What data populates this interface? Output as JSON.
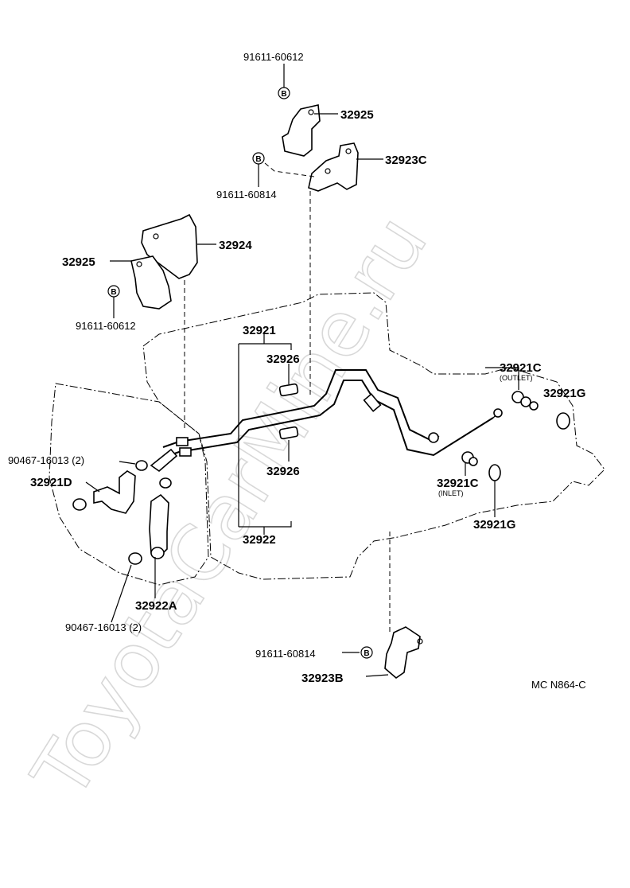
{
  "watermark": "ToyotaCarMine.ru",
  "diagram_code": "MC N864-C",
  "bolt_symbol": "B",
  "parts": {
    "bolt_top": "91611-60612",
    "bracket_top": "32925",
    "bracket_c": "32923C",
    "bolt_mid": "91611-60814",
    "bracket_24": "32924",
    "bracket_left": "32925",
    "bolt_left": "91611-60612",
    "tube_set_upper": "32921",
    "hose_upper": "32926",
    "union_outlet": "32921C",
    "outlet_note": "(OUTLET)",
    "gasket_upper": "32921G",
    "clamp_upper": "90467-16013 (2)",
    "hose_d": "32921D",
    "hose_lower": "32926",
    "union_inlet": "32921C",
    "inlet_note": "(INLET)",
    "gasket_lower": "32921G",
    "tube_set_lower": "32922",
    "hose_a": "32922A",
    "clamp_lower": "90467-16013 (2)",
    "bolt_bottom": "91611-60814",
    "bracket_b": "32923B"
  }
}
